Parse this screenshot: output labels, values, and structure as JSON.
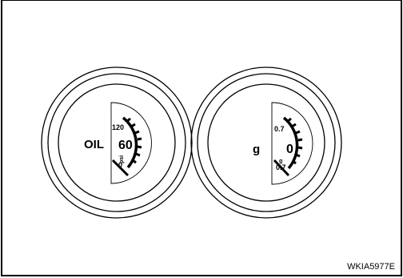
{
  "figure_id": "WKIA5977E",
  "oil_gauge": {
    "label": "OIL",
    "center_value": "60",
    "top_value": "120",
    "bottom_value": "0",
    "unit": "psi"
  },
  "g_gauge": {
    "label": "g",
    "center_value": "0",
    "top_value": "0.7",
    "bottom_value": "0.7",
    "unit": "g"
  }
}
